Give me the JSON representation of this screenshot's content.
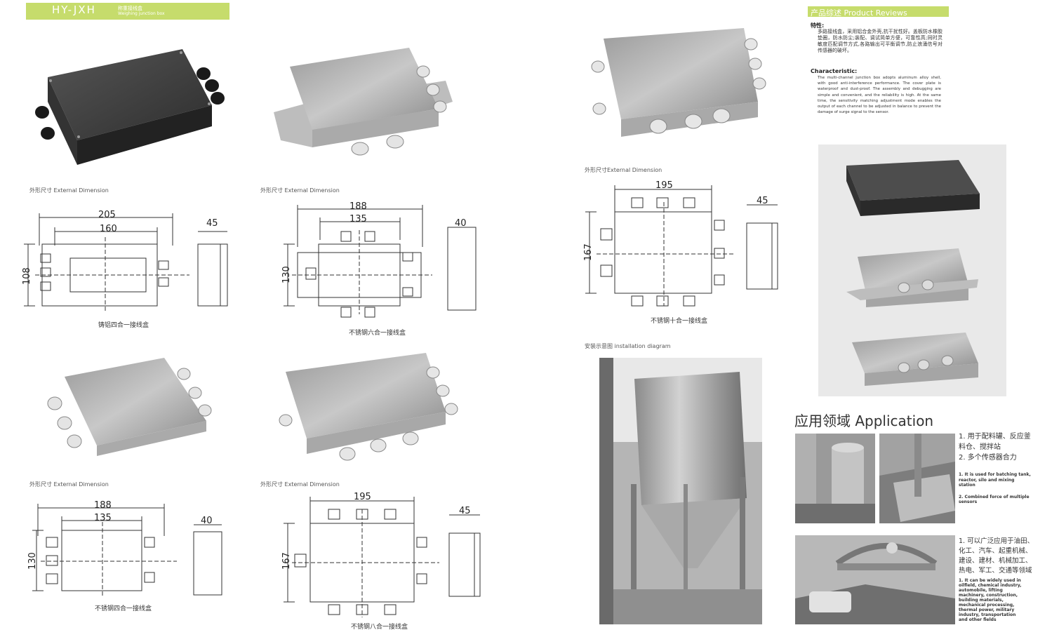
{
  "header": {
    "code": "HY-JXH",
    "title_cn": "称重接线盒",
    "title_en": "Weighing junction box"
  },
  "dimension_label": "外形尺寸 External Dimension",
  "dimension_label_alt": "外形尺寸External Dimension",
  "boxes": [
    {
      "caption": "铸铝四合一接线盒",
      "width_outer": "205",
      "width_inner": "160",
      "height": "108",
      "depth": "45"
    },
    {
      "caption": "不锈钢六合一接线盒",
      "width_outer": "188",
      "width_inner": "135",
      "height": "130",
      "depth": "40"
    },
    {
      "caption": "不锈钢十合一接线盒",
      "width_outer": "195",
      "height": "167",
      "depth": "45"
    },
    {
      "caption": "不锈钢四合一接线盒",
      "width_outer": "188",
      "width_inner": "135",
      "height": "130",
      "depth": "40"
    },
    {
      "caption": "不锈钢八合一接线盒",
      "width_outer": "195",
      "height": "167",
      "depth": "45"
    }
  ],
  "install": {
    "label": "安装示意图 installation diagram"
  },
  "review": {
    "title": "产品综述  Product Reviews",
    "features_heading": "特性:",
    "features_cn": "多路接线盒，采用铝合金外壳,抗干扰性好。盖板防水橡胶垫圈，防水防尘;装配、调试简单方便，可靠性高;同时灵敏度匹配调节方式,各路输出可平衡调节,防止浪涌信号对传感器的破坏。",
    "char_heading": "Characteristic:",
    "char_en": "The multi-channel junction box adopts aluminum alloy shell, with good anti-interference performance. The cover plate is waterproof and dust-proof. The assembly and debugging are simple and convenient, and the reliability is high. At the same time, the sensitivity matching adjustment mode enables the output of each channel to be adjusted in balance to prevent the damage of surge signal to the sensor."
  },
  "application": {
    "title": "应用领域 Application",
    "group1_cn": [
      "1. 用于配料罐、反应釜",
      "    料仓、搅拌站",
      "2. 多个传感器合力"
    ],
    "group1_en": [
      "1. It is used for batching tank,",
      "    reactor, silo and mixing",
      "    station",
      "2. Combined force of multiple",
      "    sensors"
    ],
    "group2_cn": [
      "1. 可以广泛应用于油田、",
      "    化工、汽车、起重机械、",
      "    建设、建材、机械加工、",
      "    热电、军工、交通等领域"
    ],
    "group2_en": [
      "1. It can be widely used in",
      "    oilfield, chemical industry,",
      "    automobile, lifting",
      "    machinery, construction,",
      "    building materials,",
      "    mechanical processing,",
      "    thermal power, military",
      "    industry, transportation",
      "    and other fields"
    ]
  }
}
